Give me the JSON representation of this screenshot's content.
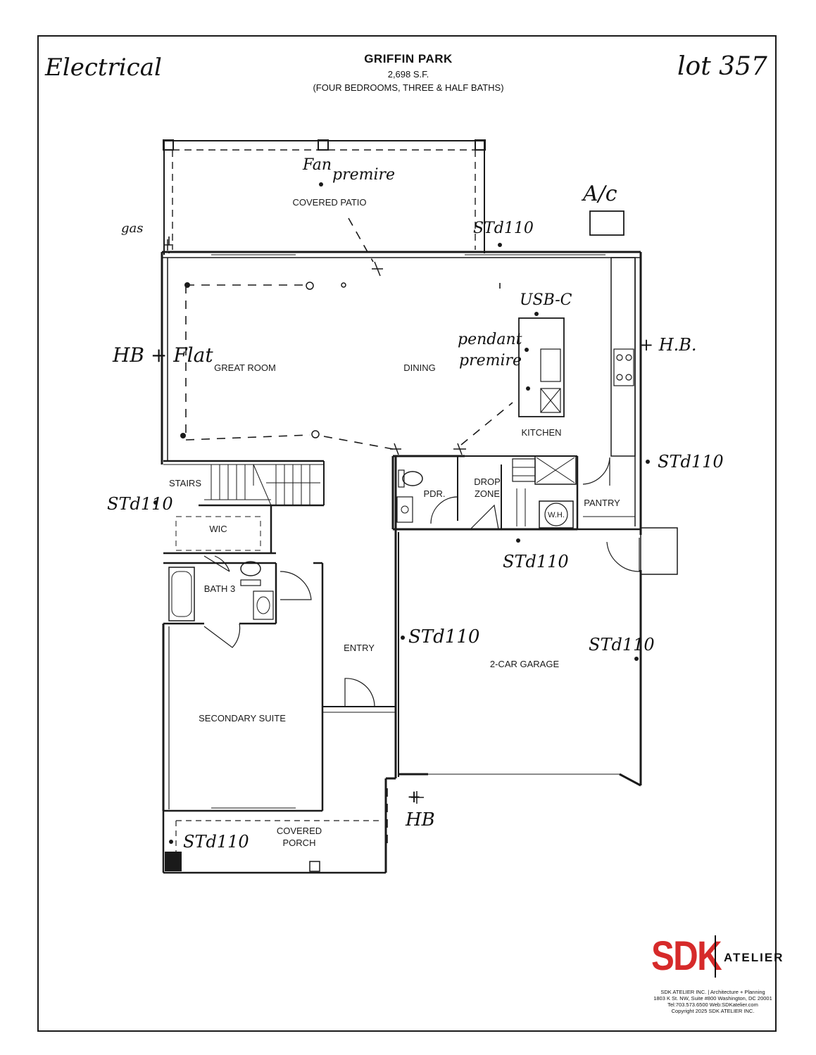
{
  "sheet": {
    "title": "GRIFFIN PARK",
    "area": "2,698 S.F.",
    "description": "(FOUR BEDROOMS, THREE & HALF BATHS)"
  },
  "handwritten": {
    "top_left": "Electrical",
    "top_right": "lot 357",
    "fan": "Fan",
    "fan_premire": "premire",
    "ac": "A/c",
    "gas": "gas",
    "std_patio": "STd110",
    "usb_c": "USB-C",
    "pendant": "pendant",
    "pendant_premire": "premire",
    "hb_right": "+ H.B.",
    "hb_flat": "HB + Flat",
    "std_pantry": "STd110",
    "std_stairs": "STd110",
    "std_dropzone": "STd110",
    "std_entry": "STd110",
    "std_garage": "STd110",
    "std_porch": "STd110",
    "hb_porch_plus": "+",
    "hb_porch": "HB"
  },
  "rooms": {
    "covered_patio": "COVERED PATIO",
    "great_room": "GREAT ROOM",
    "dining": "DINING",
    "kitchen": "KITCHEN",
    "stairs": "STAIRS",
    "wic": "WIC",
    "pdr": "PDR.",
    "drop_zone_1": "DROP",
    "drop_zone_2": "ZONE",
    "pantry": "PANTRY",
    "wh": "W.H.",
    "bath3": "BATH 3",
    "entry": "ENTRY",
    "garage": "2-CAR GARAGE",
    "secondary_suite": "SECONDARY SUITE",
    "covered_porch_1": "COVERED",
    "covered_porch_2": "PORCH"
  },
  "logo": {
    "brand": "SDK",
    "sub": "ATELIER",
    "line1": "SDK ATELIER INC. | Architecture + Planning",
    "line2": "1803 K St. NW, Suite #800 Washington, DC 20001",
    "line3": "Tel:703.573.6500   Web:SDKatelier.com",
    "line4": "Copyright 2025 SDK ATELIER INC."
  },
  "colors": {
    "ink": "#1a1a1a",
    "brand_red": "#d62a2a"
  }
}
